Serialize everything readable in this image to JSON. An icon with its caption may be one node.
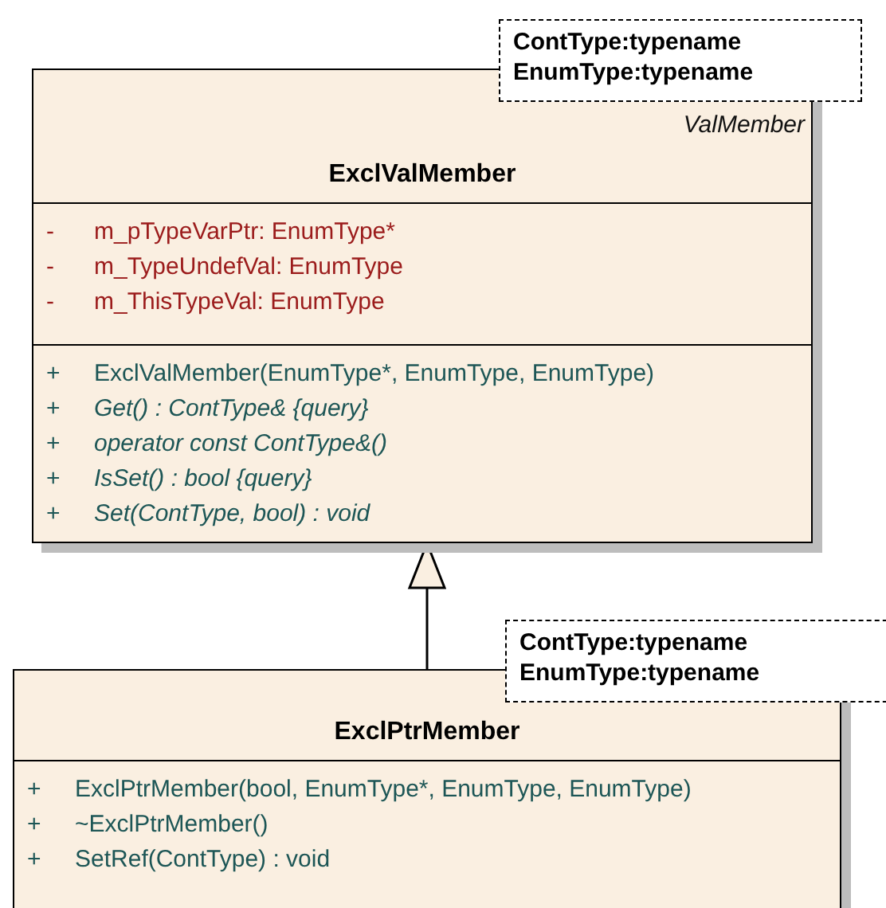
{
  "diagram": {
    "nodes": [
      {
        "text": [
          "ValMember",
          "ExclValMember",
          "-",
          "m_pTypeVarPtr:  EnumType*",
          "-",
          "m_TypeUndefVal:  EnumType",
          "-",
          "m_ThisTypeVal:  EnumType",
          "+",
          "ExclValMember(EnumType*, EnumType, EnumType)",
          "+",
          "*Get() : ContType& {query}*",
          "+",
          "*operator const ContType&()*",
          "+",
          "*IsSet() : bool {query}*",
          "+",
          "*Set(ContType, bool) : void*"
        ]
      },
      {
        "text": [
          "ContType:typename",
          "EnumType:typename"
        ]
      },
      {
        "text": [
          "ExclPtrMember",
          "+",
          "ExclPtrMember(bool, EnumType*, EnumType, EnumType)",
          "+",
          "~ExclPtrMember()",
          "+",
          "SetRef(ContType) : void"
        ]
      },
      {
        "text": [
          "ContType:typename",
          "EnumType:typename"
        ]
      }
    ],
    "edges": [
      {
        "from": 2,
        "to": 0,
        "arrow": "to"
      }
    ]
  }
}
